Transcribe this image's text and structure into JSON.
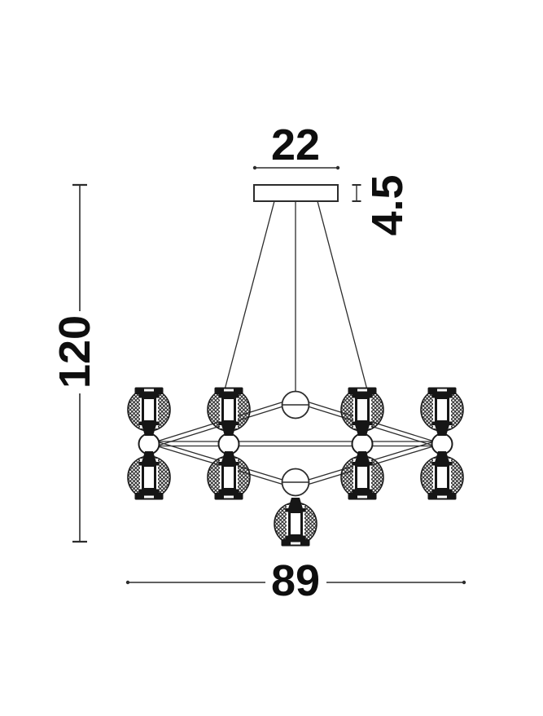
{
  "page": {
    "type": "technical dimension drawing",
    "subject": "chandelier front elevation with 9 mesh globe shades",
    "background": "#ffffff"
  },
  "dimensions": {
    "canopy_width": {
      "label": "22"
    },
    "canopy_height": {
      "label": "4.5"
    },
    "overall_height": {
      "label": "120"
    },
    "fixture_width": {
      "label": "89"
    }
  },
  "figure": {
    "suspension_wires": 3,
    "double_shade_columns": 4,
    "single_bottom_shade": 1,
    "total_shades": 9
  },
  "colors": {
    "line": "#2c2c2c",
    "text": "#0e0e0e"
  }
}
